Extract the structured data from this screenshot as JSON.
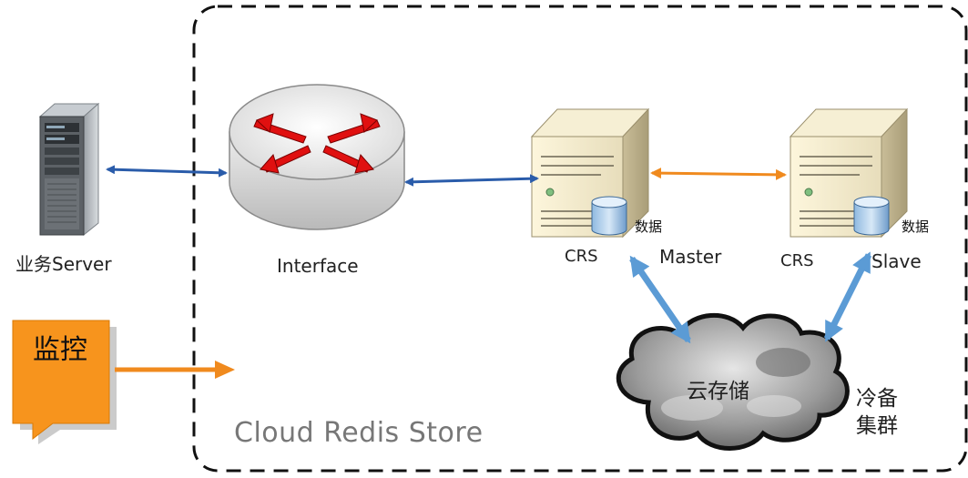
{
  "diagram": {
    "boundary_label": "Cloud Redis Store",
    "nodes": {
      "business_server": {
        "label": "业务Server",
        "icon": "tower-server-icon"
      },
      "interface": {
        "label": "Interface",
        "icon": "router-icon"
      },
      "crs_master": {
        "label": "CRS",
        "role": "Master",
        "data_label": "数据",
        "icon": "server-icon"
      },
      "crs_slave": {
        "label": "CRS",
        "role": "Slave",
        "data_label": "数据",
        "icon": "server-icon"
      },
      "cloud_storage": {
        "label": "云存储",
        "icon": "cloud-icon"
      },
      "cold_backup": {
        "lines": [
          "冷备",
          "集群"
        ]
      },
      "monitor": {
        "label": "监控",
        "icon": "callout-box-icon"
      }
    },
    "colors": {
      "boundary": "#111111",
      "link_blue": "#2a5caa",
      "replication_orange": "#f08a1e",
      "storage_link": "#5b9bd5",
      "monitor_fill": "#f7941d",
      "router_arrow": "#e01010"
    }
  }
}
